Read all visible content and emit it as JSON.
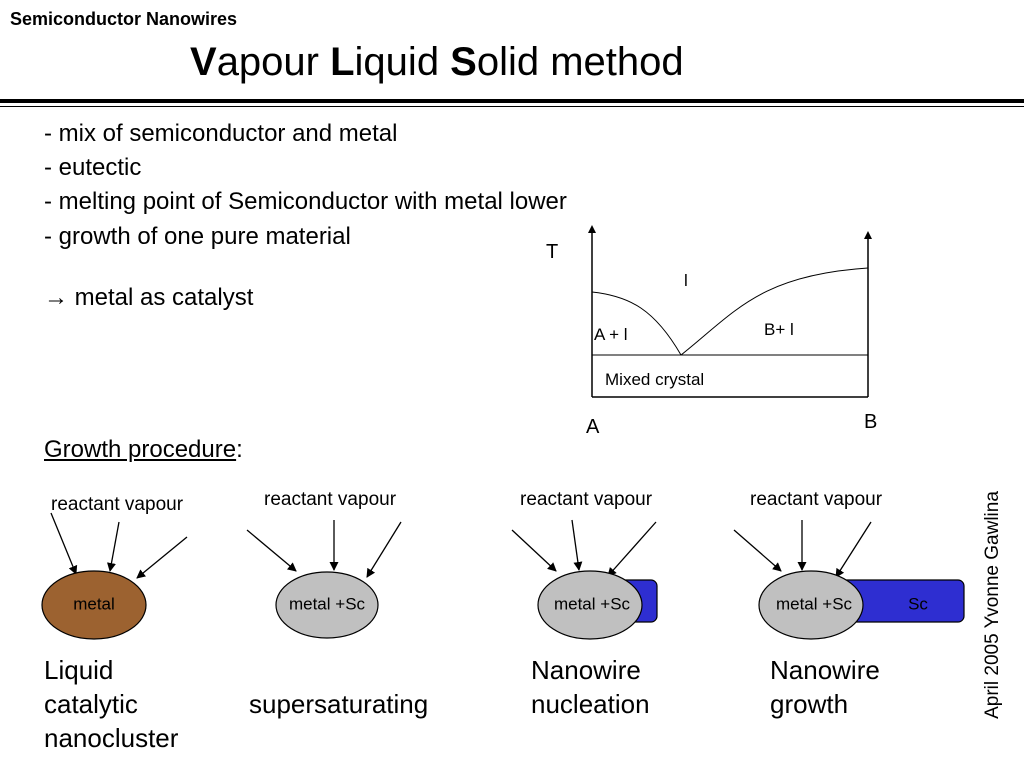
{
  "header": {
    "label": "Semiconductor Nanowires"
  },
  "title": {
    "v_bold": "V",
    "v_rest": "apour ",
    "l_bold": "L",
    "l_rest": "iquid ",
    "s_bold": "S",
    "s_rest": "olid method"
  },
  "bullets": [
    "- mix of semiconductor and metal",
    "- eutectic",
    "- melting point of Semiconductor with metal lower",
    "- growth of one pure material"
  ],
  "catalyst": {
    "arrow": "→",
    "text": " metal as catalyst"
  },
  "phase_diagram": {
    "axis_T": "T",
    "axis_A": "A",
    "axis_B": "B",
    "region_l": "l",
    "region_A_l": "A + l",
    "region_B_l": "B+ l",
    "region_mixed": "Mixed crystal"
  },
  "procedure": {
    "heading": "Growth procedure",
    "colon": ":"
  },
  "steps": [
    {
      "vapour": "reactant vapour",
      "droplet": "metal",
      "caption": "Liquid catalytic nanocluster"
    },
    {
      "vapour": "reactant vapour",
      "droplet": "metal +Sc",
      "caption": "supersaturating"
    },
    {
      "vapour": "reactant vapour",
      "droplet": "metal +Sc",
      "caption": "Nanowire nucleation"
    },
    {
      "vapour": "reactant vapour",
      "droplet": "metal +Sc",
      "wire": "Sc",
      "caption": "Nanowire growth"
    }
  ],
  "footer": {
    "copyright": "April 2005 Yvonne Gawlina"
  },
  "colors": {
    "metal_droplet": "#9c6230",
    "alloy_droplet": "#c0c0c0",
    "nanowire": "#2e2ed1"
  }
}
